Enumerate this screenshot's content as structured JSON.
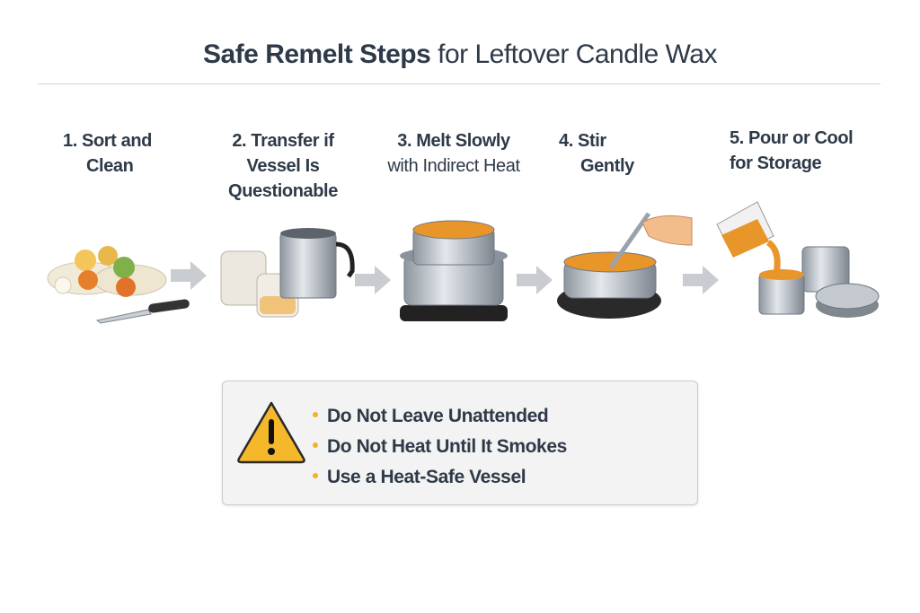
{
  "title": {
    "bold": "Safe Remelt Steps",
    "rest": "for Leftover Candle Wax"
  },
  "steps": [
    {
      "line1": "1. Sort and",
      "line2": "Clean"
    },
    {
      "line1": "2. Transfer if",
      "line2": "Vessel Is",
      "line3": "Questionable"
    },
    {
      "line1": "3. Melt Slowly",
      "line2": "with Indirect Heat"
    },
    {
      "line1": "4. Stir",
      "line2": "Gently"
    },
    {
      "line1": "5. Pour or Cool",
      "line2": "for Storage"
    }
  ],
  "warnings": [
    "Do Not Leave Unattended",
    "Do Not Heat Until It Smokes",
    "Use a Heat-Safe Vessel"
  ],
  "colors": {
    "text": "#2e3a48",
    "wax": "#e8962a",
    "warning": "#f4b82a",
    "metal": "#a9b0b8"
  }
}
